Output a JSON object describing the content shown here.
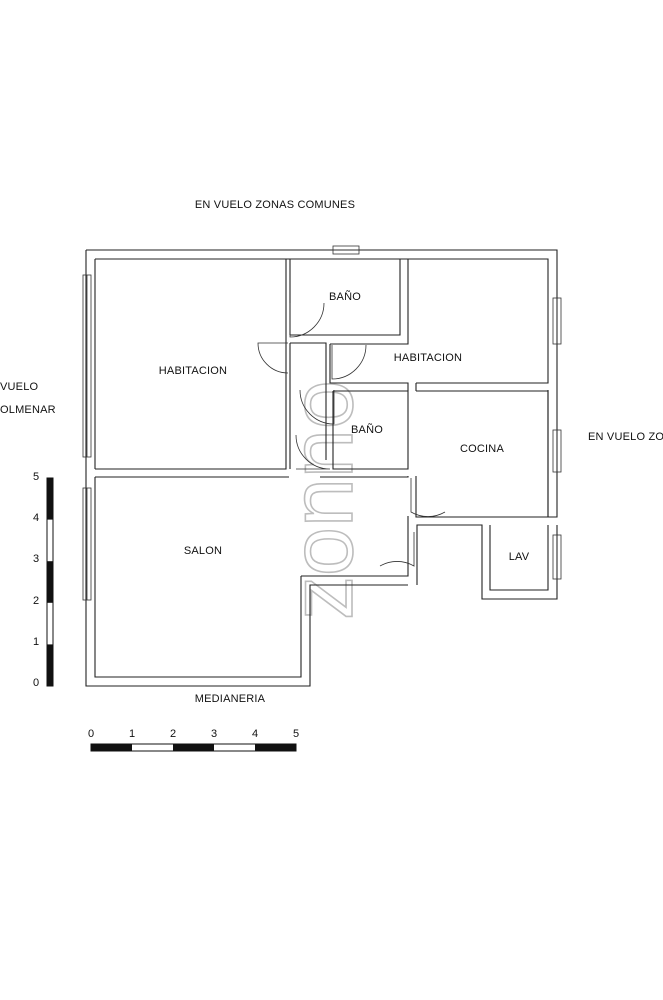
{
  "labels": {
    "top": "EN VUELO ZONAS COMUNES",
    "left_1": "VUELO",
    "left_2": "OLMENAR",
    "right": "EN VUELO ZO",
    "bottom": "MEDIANERIA"
  },
  "rooms": {
    "habitacion_left": "HABITACION",
    "bano_top": "BAÑO",
    "habitacion_right": "HABITACION",
    "bano_mid": "BAÑO",
    "cocina": "COCINA",
    "salon": "SALON",
    "lav": "LAV"
  },
  "scale_vertical": [
    "5",
    "4",
    "3",
    "2",
    "1",
    "0"
  ],
  "scale_horizontal": [
    "0",
    "1",
    "2",
    "3",
    "4",
    "5"
  ],
  "watermark": "zonno"
}
